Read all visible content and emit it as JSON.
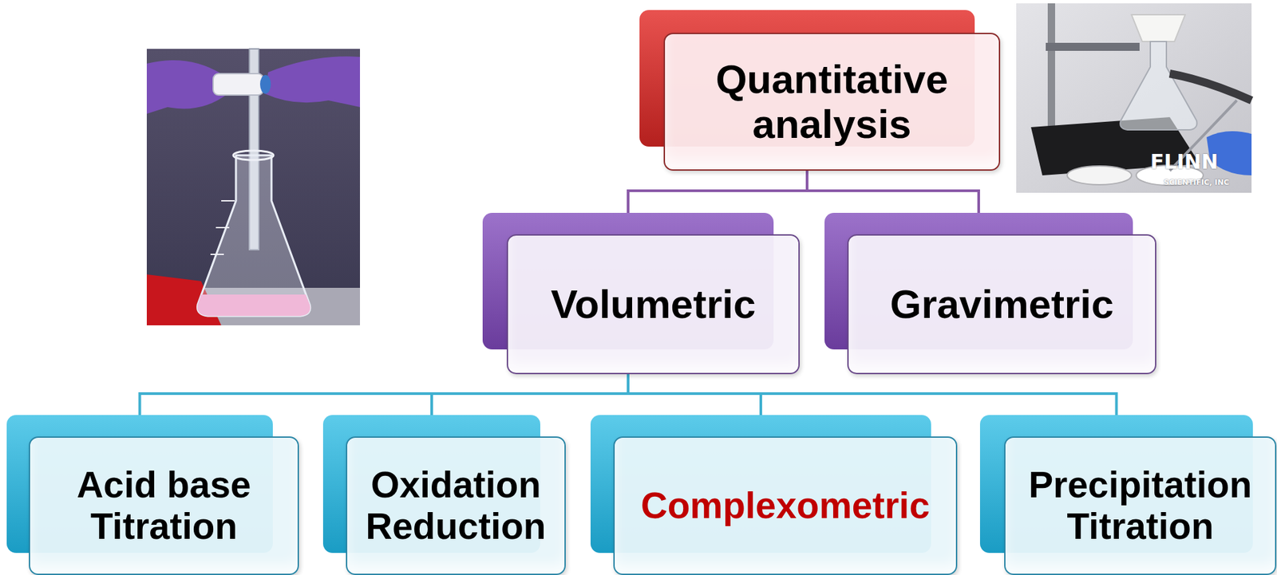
{
  "diagram": {
    "nodes": [
      {
        "text": [
          "Quantitative analysis"
        ]
      },
      {
        "text": [
          "Volumetric"
        ]
      },
      {
        "text": [
          "Gravimetric"
        ]
      },
      {
        "text": [
          "Acid base Titration"
        ]
      },
      {
        "text": [
          "Oxidation Reduction"
        ]
      },
      {
        "text": [
          "Complexometric"
        ]
      },
      {
        "text": [
          "Precipitation Titration"
        ]
      }
    ],
    "edges": [
      {
        "from": 0,
        "to": 1,
        "arrow": "none"
      },
      {
        "from": 0,
        "to": 2,
        "arrow": "none"
      },
      {
        "from": 1,
        "to": 3,
        "arrow": "none"
      },
      {
        "from": 1,
        "to": 4,
        "arrow": "none"
      },
      {
        "from": 1,
        "to": 5,
        "arrow": "none"
      },
      {
        "from": 1,
        "to": 6,
        "arrow": "none"
      }
    ],
    "labels": [
      "FLINN",
      "SCIENTIFIC, INC"
    ]
  }
}
